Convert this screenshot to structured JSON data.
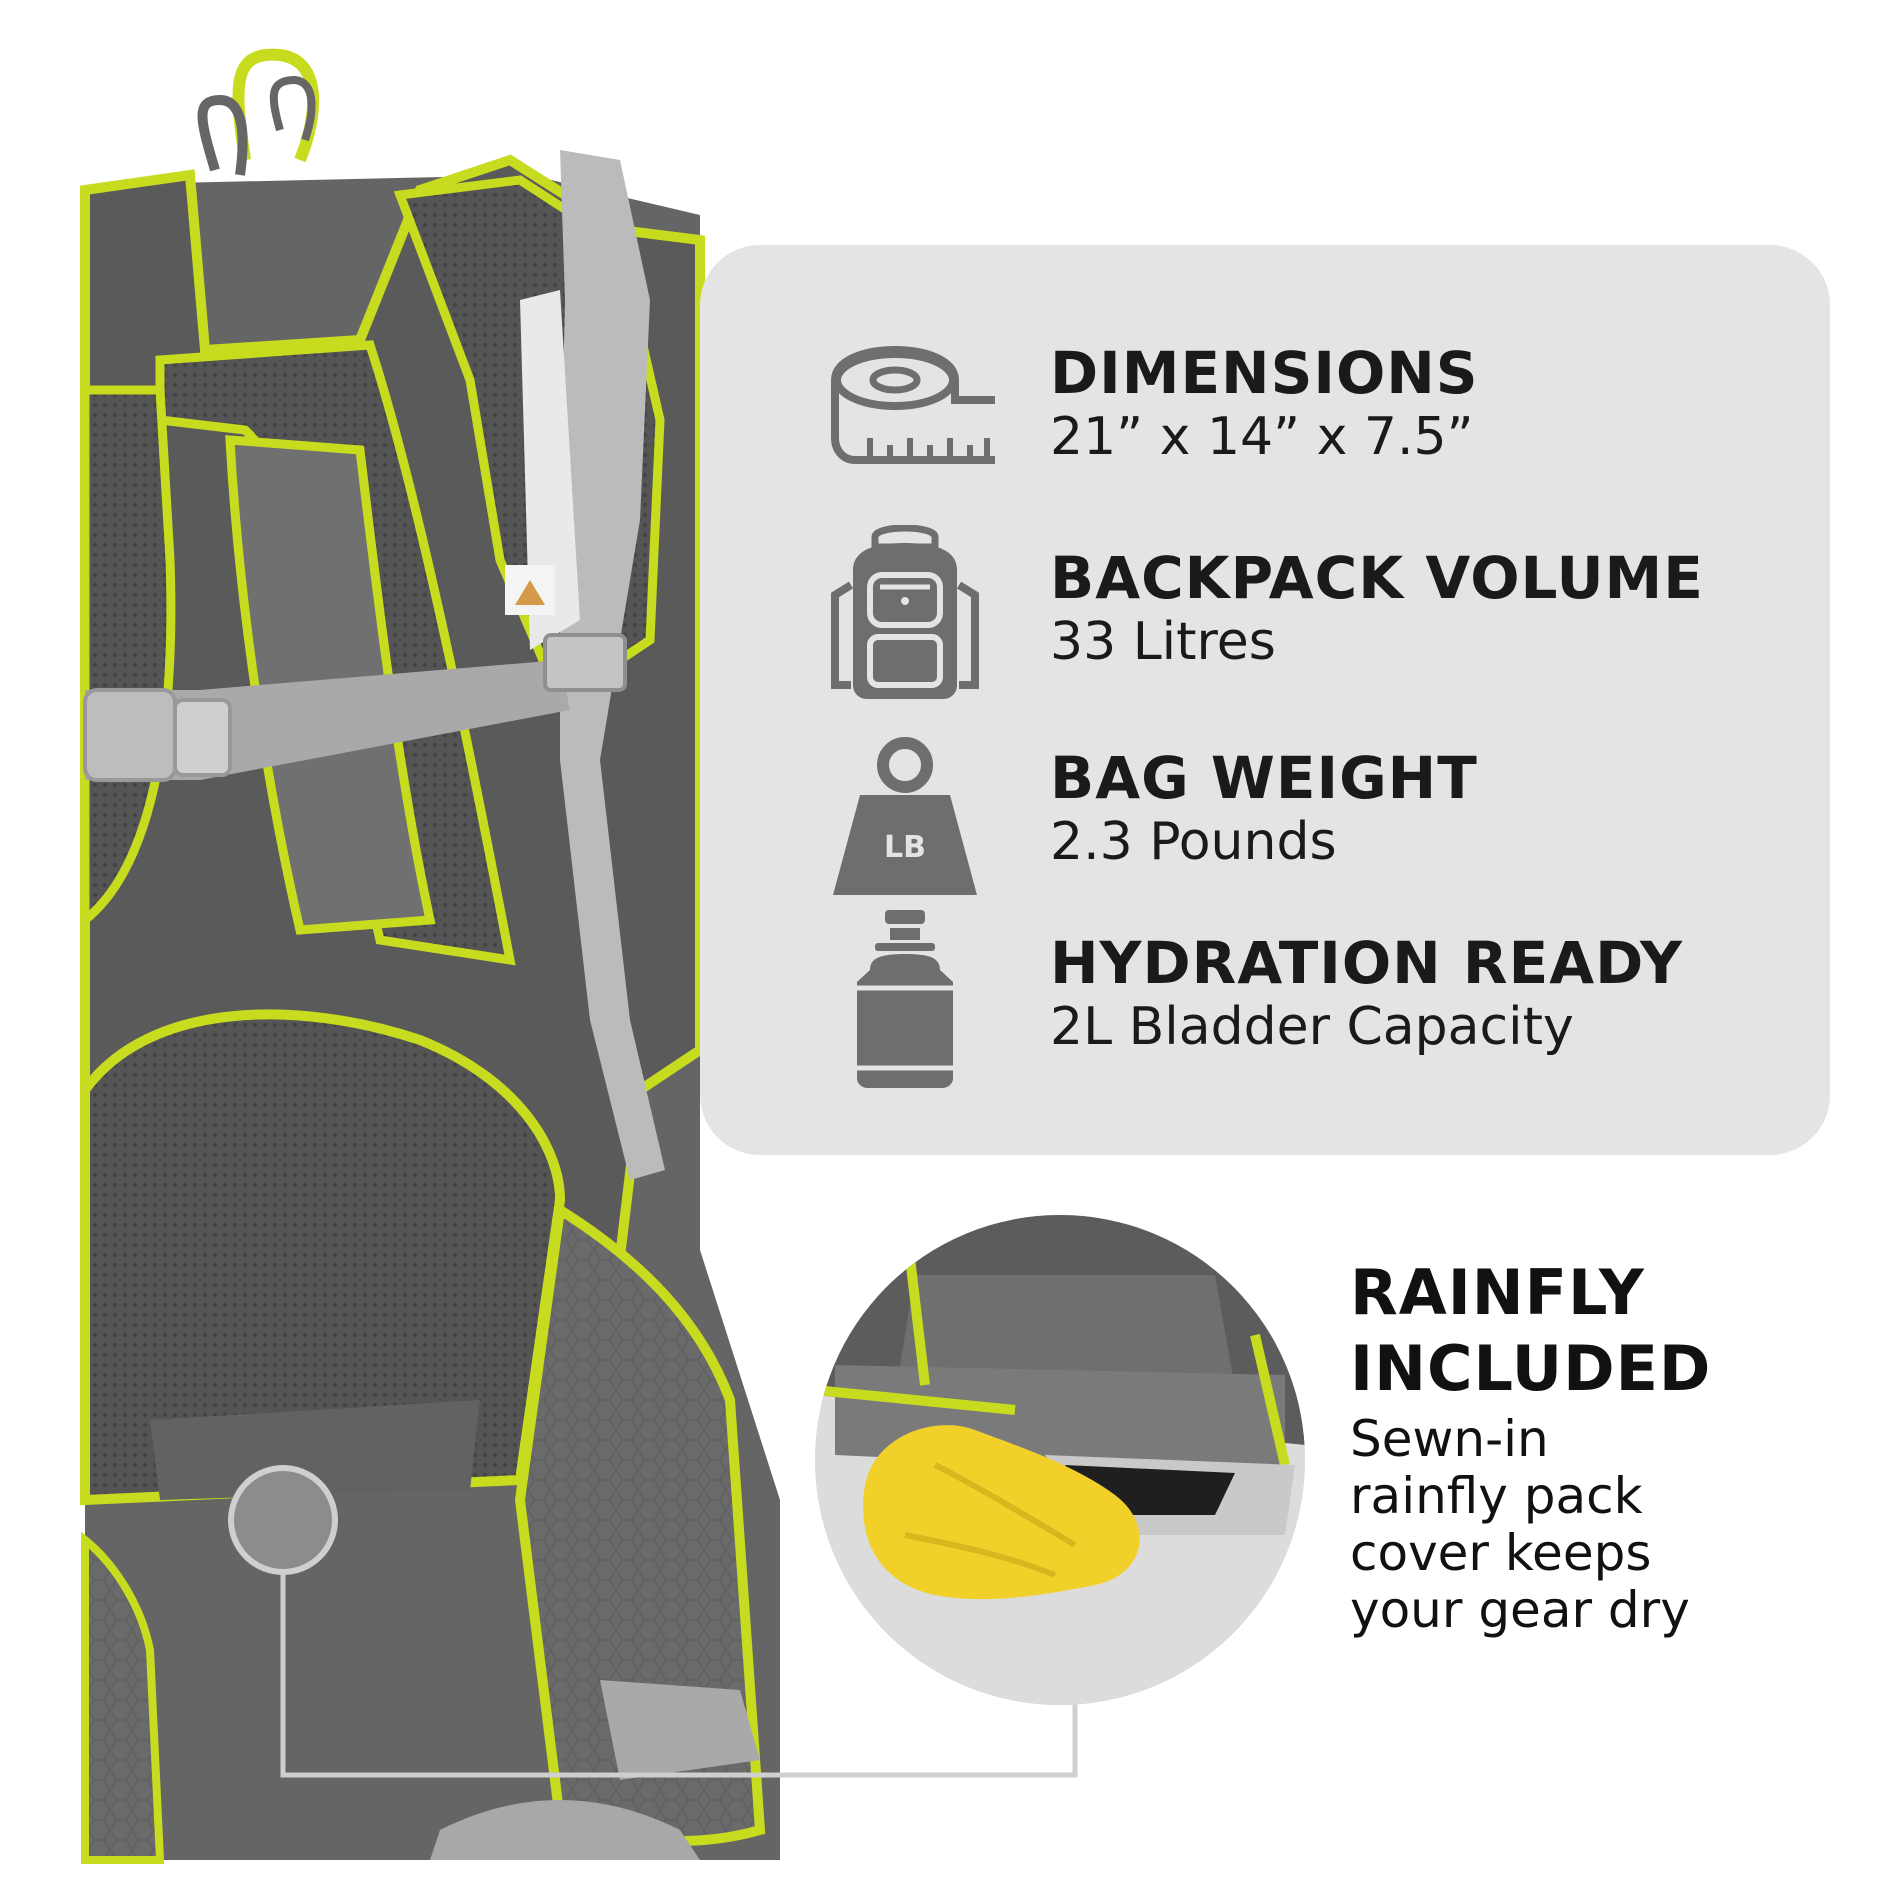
{
  "specs": [
    {
      "icon": "measuring-tape-icon",
      "title": "DIMENSIONS",
      "value": "21” x 14” x 7.5”"
    },
    {
      "icon": "backpack-icon",
      "title": "BACKPACK VOLUME",
      "value": "33 Litres"
    },
    {
      "icon": "weight-icon",
      "icon_label": "LB",
      "title": "BAG WEIGHT",
      "value": "2.3 Pounds"
    },
    {
      "icon": "water-bottle-icon",
      "title": "HYDRATION READY",
      "value": "2L Bladder Capacity"
    }
  ],
  "rainfly": {
    "title_line1": "RAINFLY",
    "title_line2": "INCLUDED",
    "desc_lines": [
      "Sewn-in",
      "rainfly pack",
      "cover keeps",
      "your gear dry"
    ]
  },
  "colors": {
    "accent_lime": "#c7dc1f",
    "pack_dark_gray": "#5e5e5e",
    "strap_light_gray": "#b9b9b9",
    "icon_gray": "#6e6e6e",
    "panel_gray": "#e4e4e4",
    "rainfly_yellow": "#f2d02a"
  }
}
